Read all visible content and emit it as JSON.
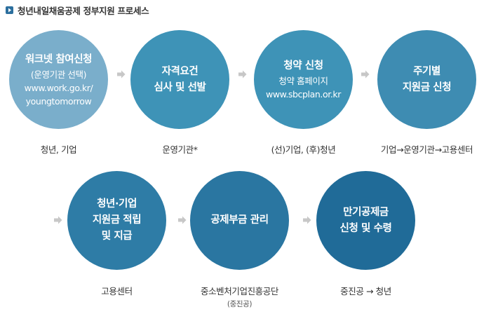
{
  "title": "청년내일채움공제 정부지원 프로세스",
  "colors": {
    "step1": "#7aaecb",
    "step2": "#3e93b7",
    "step3": "#3e93b7",
    "step4": "#3e8cb2",
    "step5": "#2e7ca6",
    "step6": "#2a76a1",
    "step7": "#206b98",
    "arrow": "#c7c7c7",
    "marker": "#2c6f9e"
  },
  "steps": [
    {
      "lines": [
        {
          "text": "워크넷 참여신청",
          "size": "big"
        },
        {
          "text": "(운영기관 선택)",
          "size": "small"
        },
        {
          "text": "www.work.go.kr/",
          "size": "small"
        },
        {
          "text": "youngtomorrow",
          "size": "small"
        }
      ],
      "caption": "청년, 기업"
    },
    {
      "lines": [
        {
          "text": "자격요건",
          "size": "big"
        },
        {
          "text": "심사 및 선발",
          "size": "big"
        }
      ],
      "caption": "운영기관*"
    },
    {
      "lines": [
        {
          "text": "청약 신청",
          "size": "big"
        },
        {
          "text": "청약 홈페이지",
          "size": "small"
        },
        {
          "text": "www.sbcplan.or.kr",
          "size": "small"
        }
      ],
      "caption": "(선)기업, (후)청년"
    },
    {
      "lines": [
        {
          "text": "주기별",
          "size": "big"
        },
        {
          "text": "지원금 신청",
          "size": "big"
        }
      ],
      "caption": "기업→운영기관→고용센터"
    },
    {
      "lines": [
        {
          "text": "청년·기업",
          "size": "big"
        },
        {
          "text": "지원금 적립",
          "size": "big"
        },
        {
          "text": "및 지급",
          "size": "big"
        }
      ],
      "caption": "고용센터"
    },
    {
      "lines": [
        {
          "text": "공제부금 관리",
          "size": "big"
        }
      ],
      "caption": "중소벤처기업진흥공단",
      "caption_sub": "(중진공)"
    },
    {
      "lines": [
        {
          "text": "만기공제금",
          "size": "big"
        },
        {
          "text": "신청 및 수령",
          "size": "big"
        }
      ],
      "caption": "중진공 → 청년"
    }
  ]
}
